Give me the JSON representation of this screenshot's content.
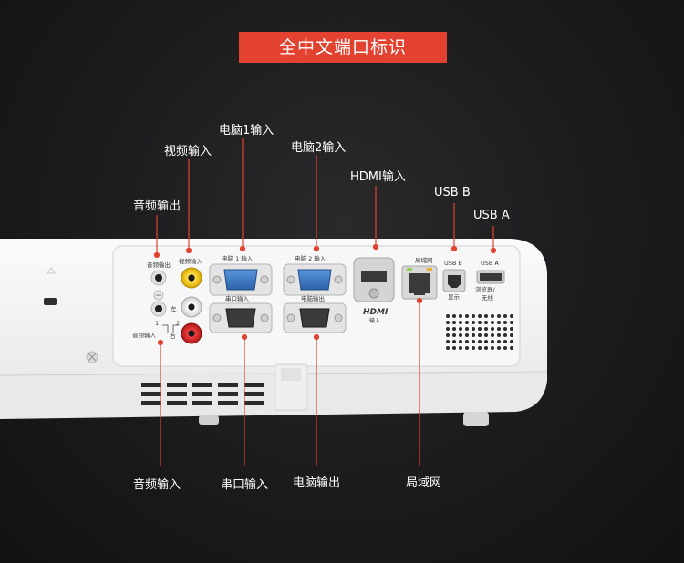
{
  "banner": {
    "title": "全中文端口标识"
  },
  "callouts": {
    "video_in": "视频输入",
    "audio_out": "音频输出",
    "pc1_in": "电脑1输入",
    "pc2_in": "电脑2输入",
    "hdmi_in": "HDMI输入",
    "usb_b": "USB B",
    "usb_a": "USB A",
    "audio_in": "音频输入",
    "serial_in": "串口输入",
    "pc_out": "电脑输出",
    "lan": "局域网"
  },
  "panel_labels": {
    "audio_out": "音频输出",
    "video_in": "视频输入",
    "pc1_in": "电脑 1 输入",
    "pc2_in": "电脑 2 输入",
    "lan": "局域网",
    "usb_b": "USB B",
    "usb_a": "USB A",
    "serial_in": "串口输入",
    "pc_out": "电脑输出",
    "left": "左",
    "right": "右",
    "num1": "1",
    "num2": "2",
    "audio_in": "音频输入",
    "hdmi_logo": "HDMI",
    "hdmi_sub": "输入",
    "display": "显示",
    "browser": "浏览器/",
    "wireless": "无线"
  },
  "colors": {
    "accent": "#e2422f",
    "callout_line": "#e2422f",
    "background": "#1a1a1b",
    "body": "#f4f4f4",
    "vga_blue": "#3a78c6",
    "rca_yellow": "#f2c300",
    "rca_red": "#d6282a"
  }
}
